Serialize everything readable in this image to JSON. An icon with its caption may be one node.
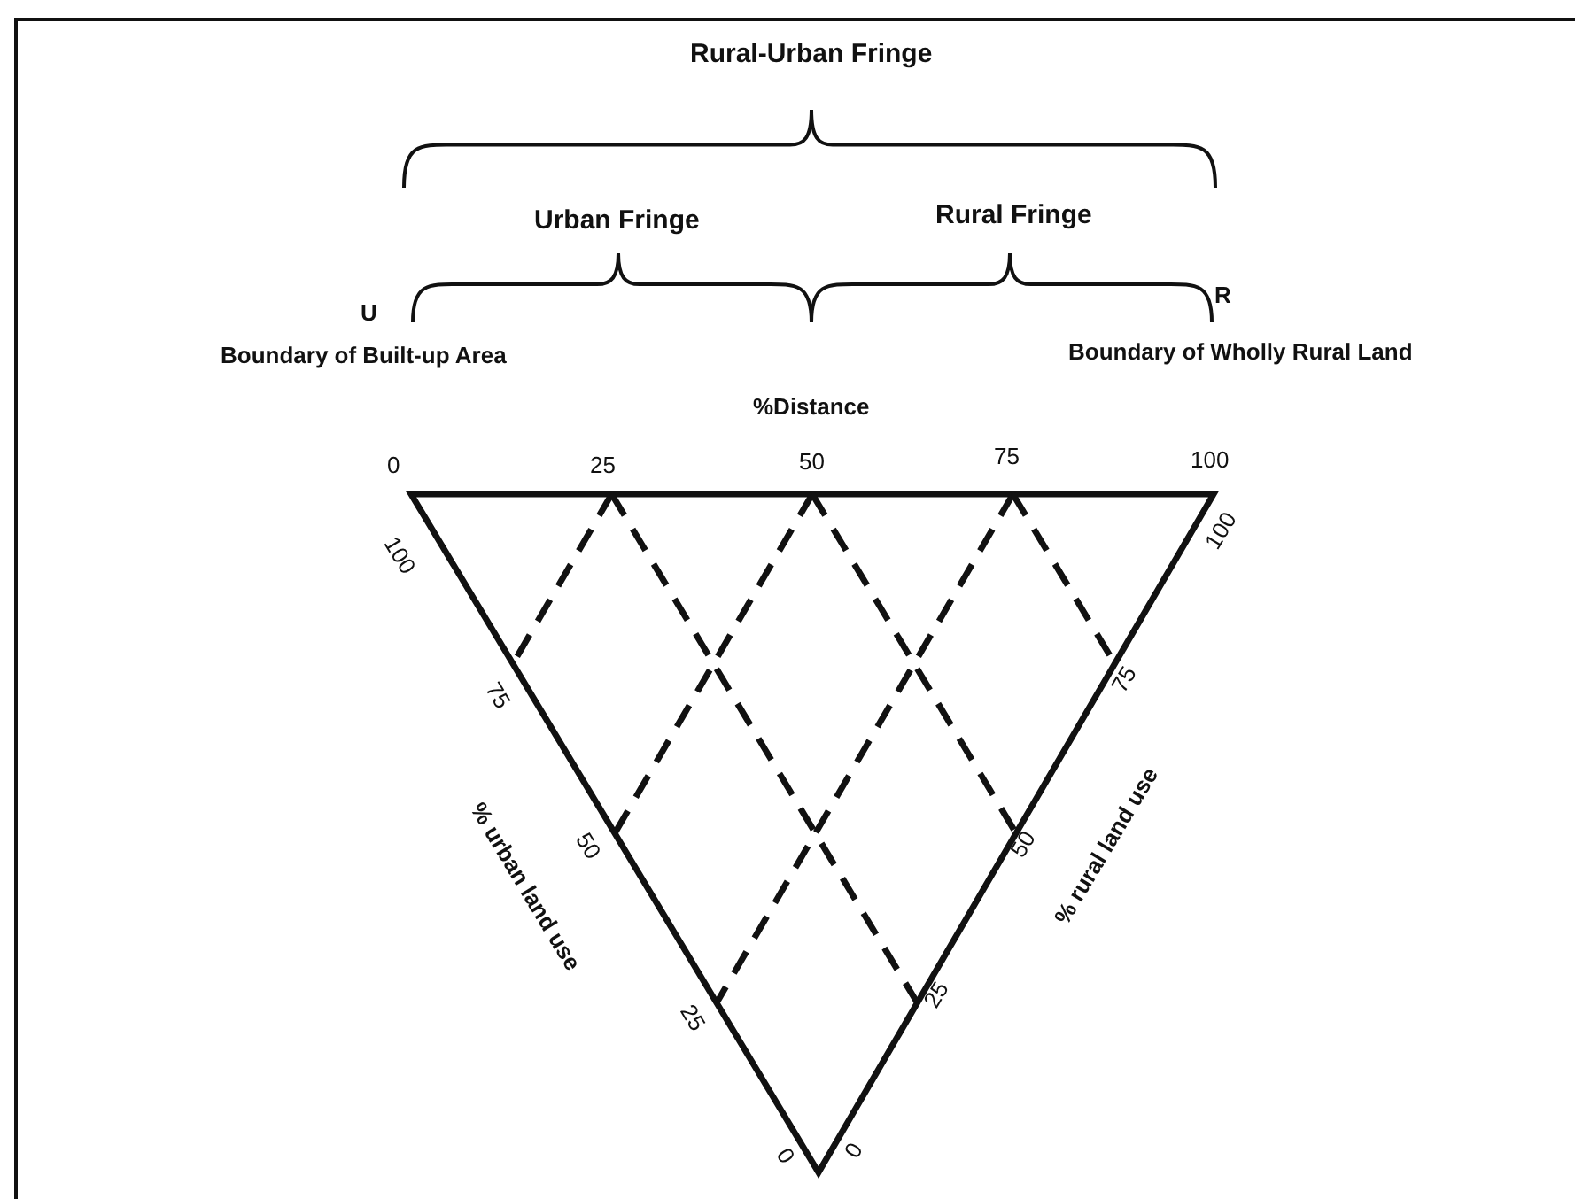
{
  "diagram": {
    "labels": [
      "Rural-Urban Fringe",
      "Urban Fringe",
      "Rural Fringe",
      "U",
      "R",
      "Boundary of Built-up Area",
      "Boundary of Wholly Rural Land",
      "%Distance",
      "0",
      "25",
      "50",
      "75",
      "100",
      "100",
      "75",
      "50",
      "25",
      "0",
      "% urban land use",
      "100",
      "75",
      "50",
      "25",
      "0",
      "% rural land use"
    ]
  }
}
